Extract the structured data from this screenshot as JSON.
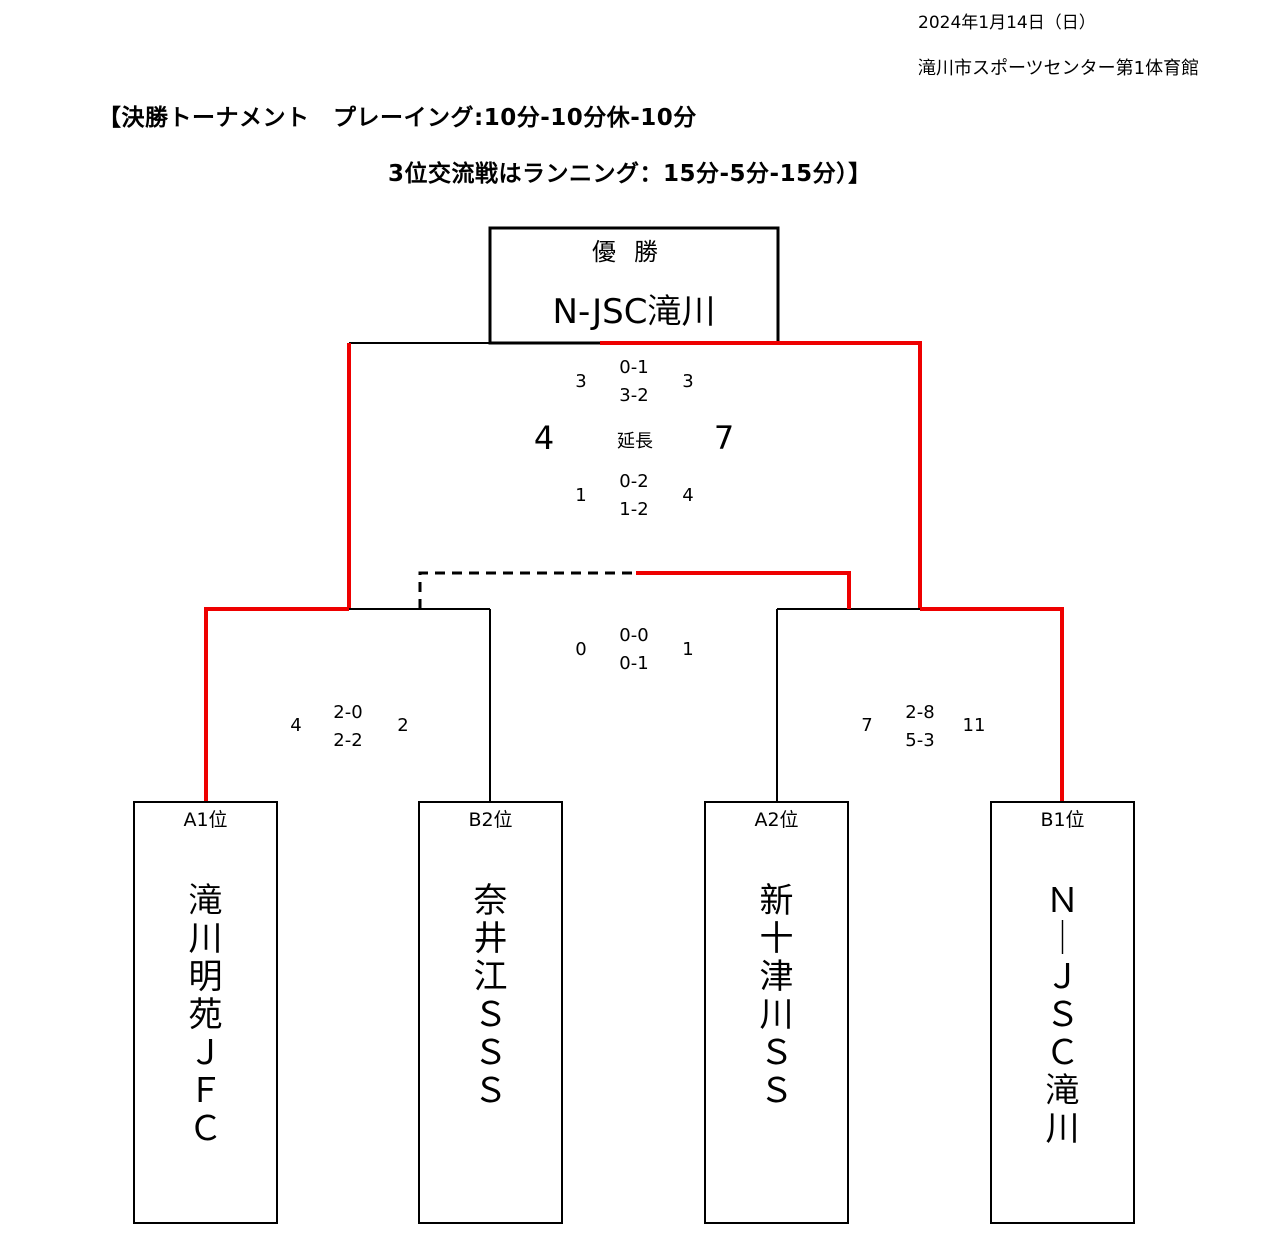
{
  "header": {
    "date": "2024年1月14日（日）",
    "venue": "滝川市スポーツセンター第1体育館",
    "title_line1": "【決勝トーナメント　プレーイング:10分-10分休-10分",
    "title_line2": "3位交流戦はランニング：15分-5分-15分）】"
  },
  "champion": {
    "label": "優勝",
    "team": "N-JSC滝川"
  },
  "final": {
    "left_p1": "3",
    "half1": "0-1",
    "half2": "3-2",
    "right_p1": "3",
    "left_total": "4",
    "extra_label": "延長",
    "right_total": "7",
    "left_p2": "1",
    "ex1": "0-2",
    "ex2": "1-2",
    "right_p2": "4"
  },
  "third_place": {
    "left": "0",
    "half1": "0-0",
    "half2": "0-1",
    "right": "1"
  },
  "semi_left": {
    "left": "4",
    "half1": "2-0",
    "half2": "2-2",
    "right": "2"
  },
  "semi_right": {
    "left": "7",
    "half1": "2-8",
    "half2": "5-3",
    "right": "11"
  },
  "teams": [
    {
      "rank": "A1位",
      "name": [
        "滝",
        "川",
        "明",
        "苑",
        "Ｊ",
        "Ｆ",
        "Ｃ"
      ]
    },
    {
      "rank": "B2位",
      "name": [
        "奈",
        "井",
        "江",
        "Ｓ",
        "Ｓ",
        "Ｓ"
      ]
    },
    {
      "rank": "A2位",
      "name": [
        "新",
        "十",
        "津",
        "川",
        "Ｓ",
        "Ｓ"
      ]
    },
    {
      "rank": "B1位",
      "name": [
        "Ｎ",
        "｜",
        "Ｊ",
        "Ｓ",
        "Ｃ",
        "滝",
        "川"
      ]
    }
  ],
  "colors": {
    "winner_line": "#ee0000",
    "line": "#000000"
  }
}
